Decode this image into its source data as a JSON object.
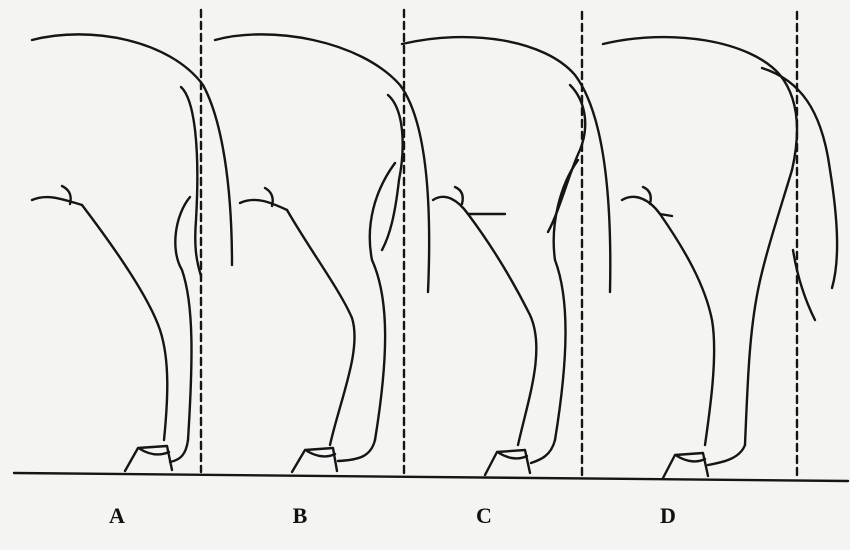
{
  "panels": [
    {
      "label": "A"
    },
    {
      "label": "B"
    },
    {
      "label": "C"
    },
    {
      "label": "D"
    }
  ],
  "colors": {
    "line": "#151515",
    "background": "#f4f4f2"
  }
}
